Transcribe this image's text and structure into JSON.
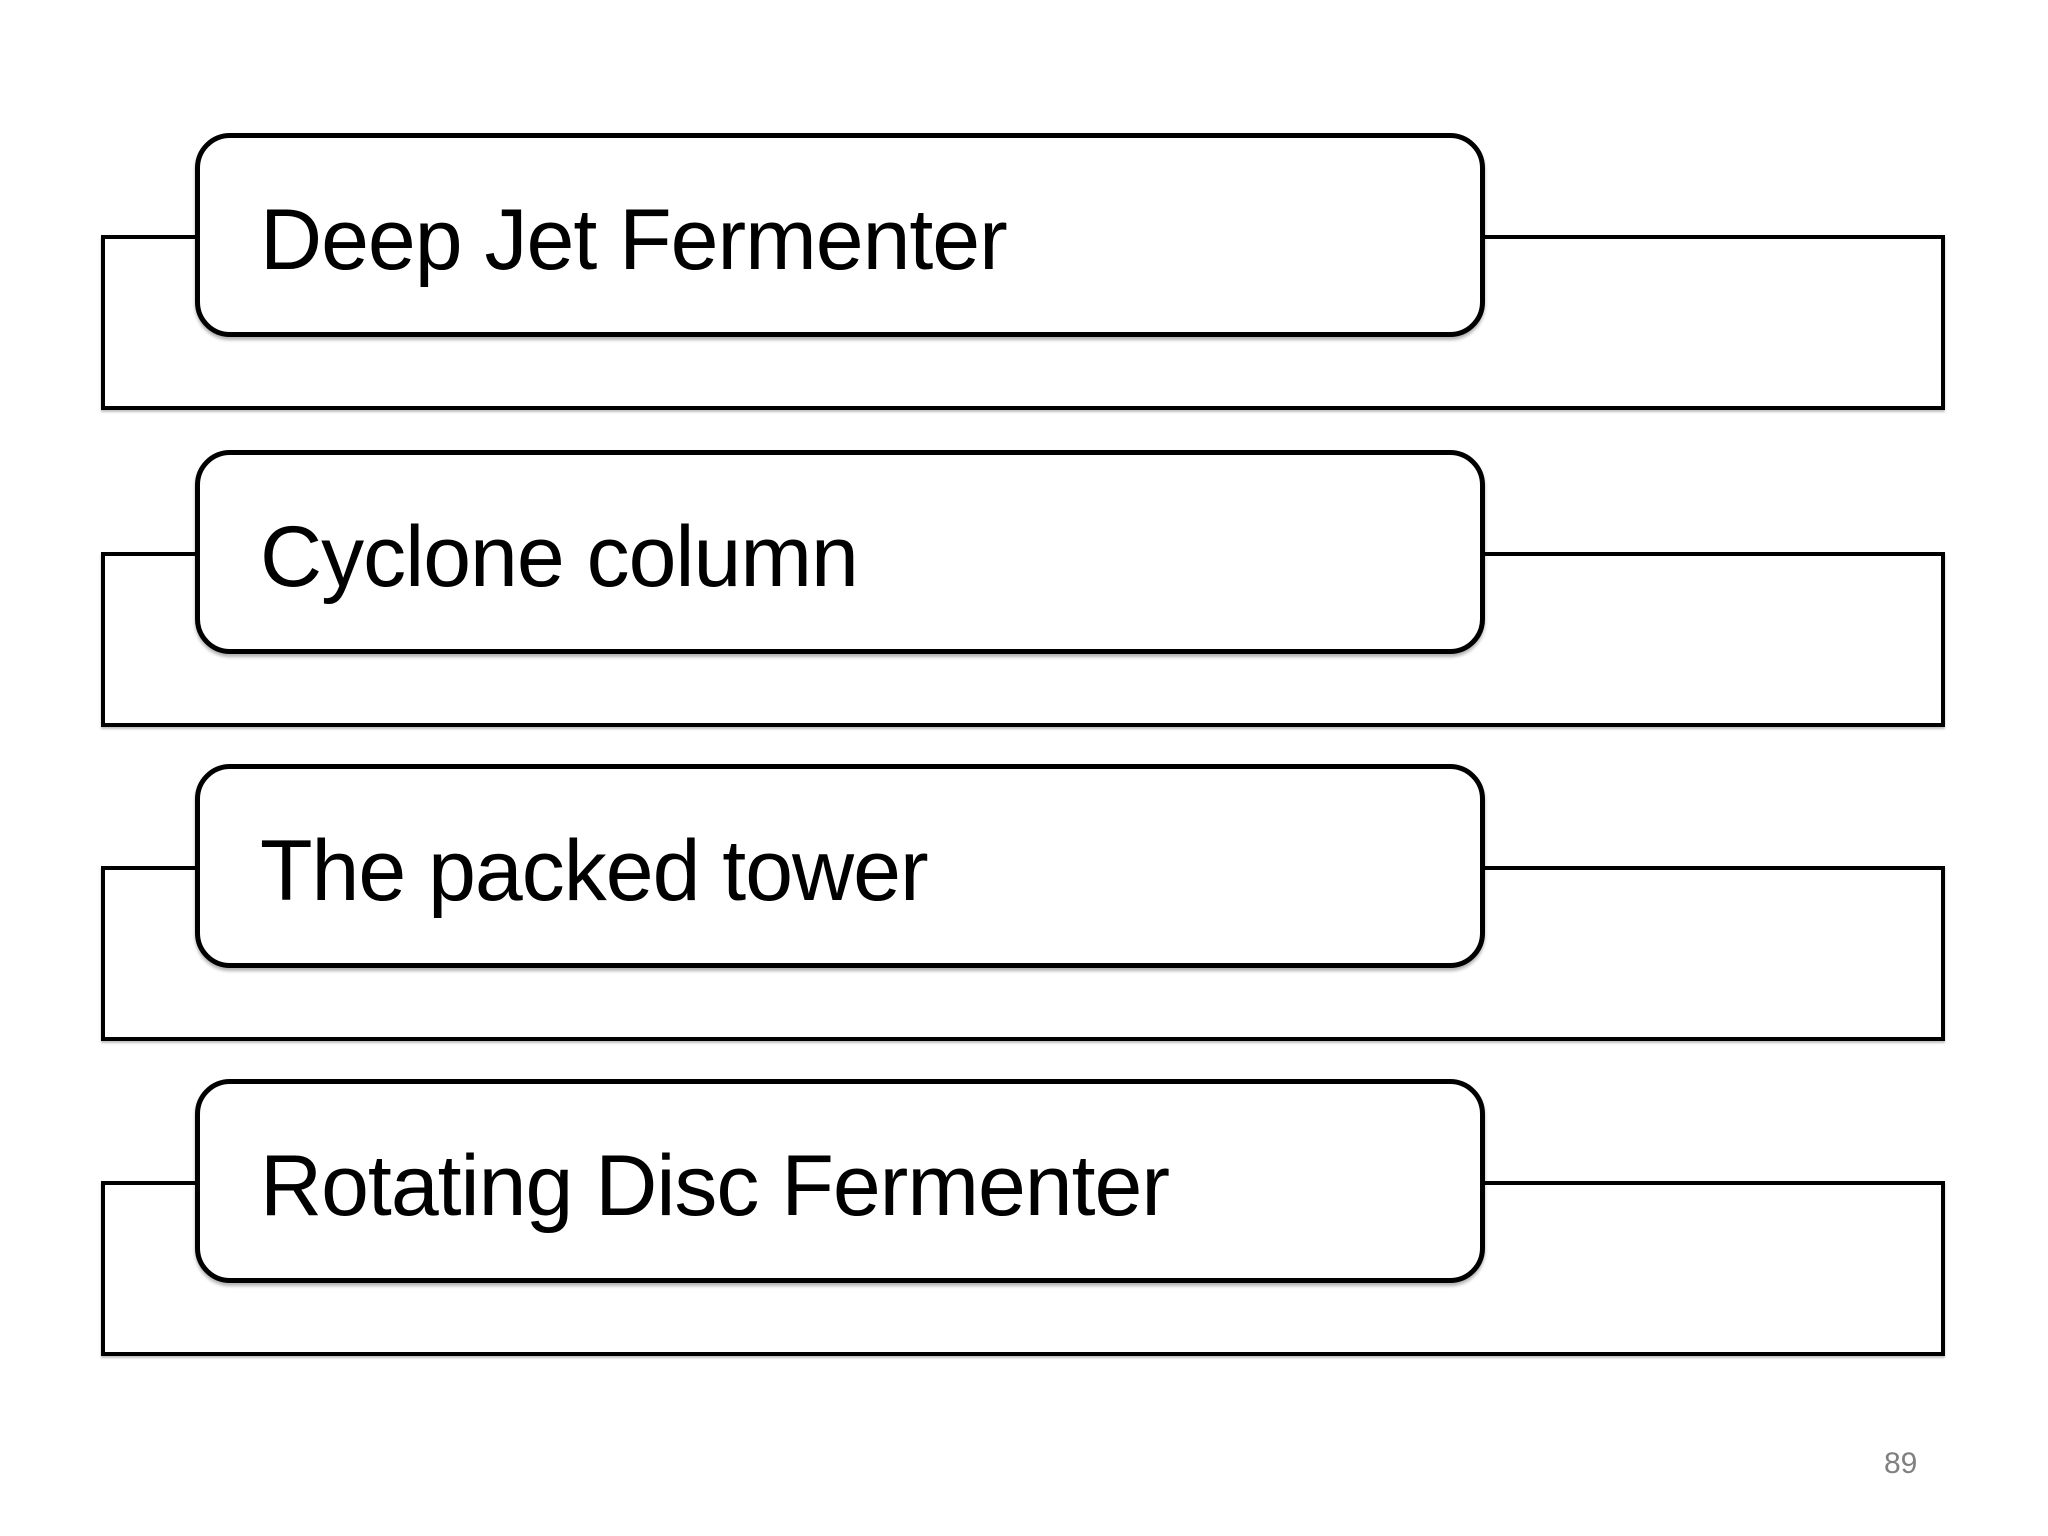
{
  "slide": {
    "items": [
      {
        "label": "Deep Jet Fermenter"
      },
      {
        "label": "Cyclone column"
      },
      {
        "label": "The packed tower"
      },
      {
        "label": "Rotating Disc Fermenter"
      }
    ],
    "page_number": "89",
    "colors": {
      "outline": "#000000",
      "shape_fill": "#ffffff",
      "background": "#ffffff",
      "page_number": "#808080",
      "text": "#000000"
    }
  }
}
